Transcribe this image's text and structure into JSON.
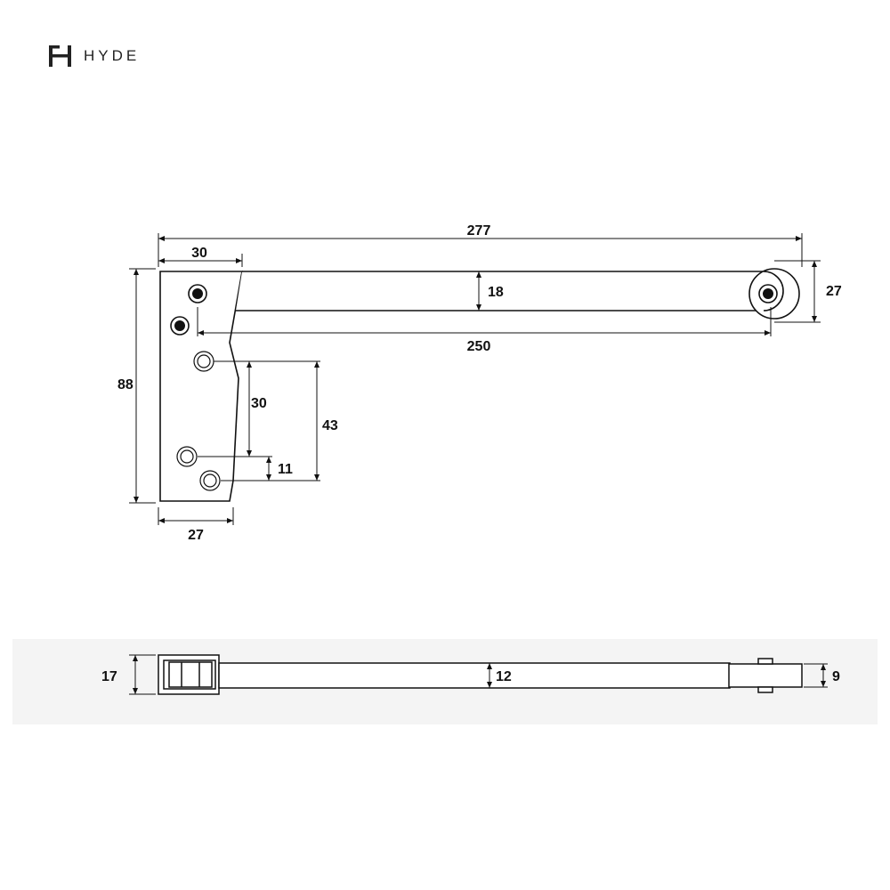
{
  "brand": {
    "name": "HYDE",
    "logo_icon": "h-logo-icon"
  },
  "top_view": {
    "dimensions": {
      "overall_length": "277",
      "bracket_top_width": "30",
      "arm_width": "18",
      "roller_diameter": "27",
      "pivot_to_roller": "250",
      "bracket_height": "88",
      "hole_spacing_a": "30",
      "hole_spacing_b": "43",
      "hole_offset": "11",
      "bracket_bottom_width": "27"
    }
  },
  "side_view": {
    "dimensions": {
      "bracket_height": "17",
      "arm_thickness": "12",
      "roller_thickness": "9"
    }
  },
  "colors": {
    "line": "#111111",
    "background": "#ffffff",
    "side_band": "#f4f4f4"
  }
}
